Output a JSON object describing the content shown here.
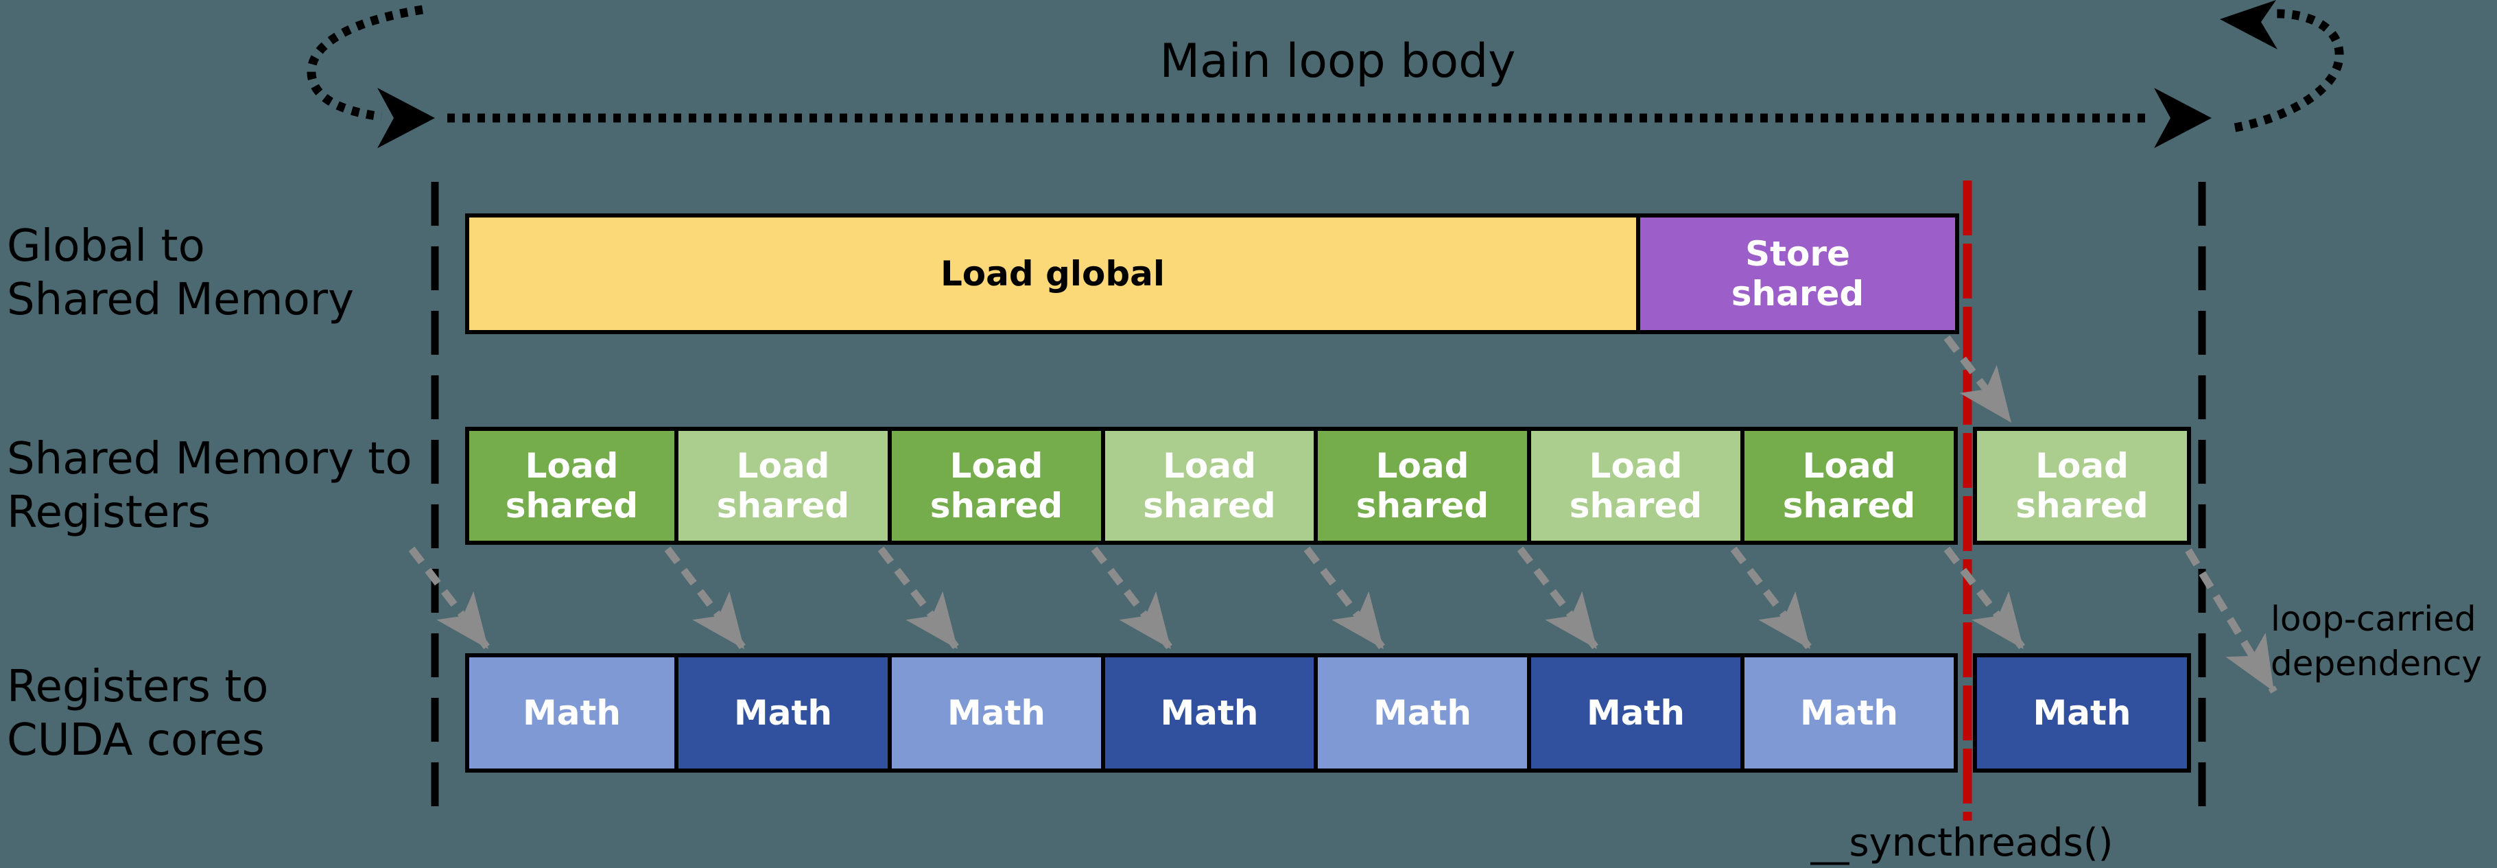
{
  "title": "Main loop body",
  "row_labels": {
    "global_to_shared": {
      "line1": "Global to",
      "line2": "Shared Memory"
    },
    "shared_to_registers": {
      "line1": "Shared Memory to",
      "line2": "Registers"
    },
    "registers_to_cores": {
      "line1": "Registers to",
      "line2": "CUDA cores"
    }
  },
  "global_row": {
    "load_global_label": "Load global",
    "store_shared": {
      "line1": "Store",
      "line2": "shared"
    }
  },
  "load_shared_blocks": [
    {
      "line1": "Load",
      "line2": "shared",
      "shade": "dark"
    },
    {
      "line1": "Load",
      "line2": "shared",
      "shade": "light"
    },
    {
      "line1": "Load",
      "line2": "shared",
      "shade": "dark"
    },
    {
      "line1": "Load",
      "line2": "shared",
      "shade": "light"
    },
    {
      "line1": "Load",
      "line2": "shared",
      "shade": "dark"
    },
    {
      "line1": "Load",
      "line2": "shared",
      "shade": "light"
    },
    {
      "line1": "Load",
      "line2": "shared",
      "shade": "dark"
    },
    {
      "line1": "Load",
      "line2": "shared",
      "shade": "light"
    }
  ],
  "math_blocks": [
    {
      "label": "Math",
      "shade": "light"
    },
    {
      "label": "Math",
      "shade": "dark"
    },
    {
      "label": "Math",
      "shade": "light"
    },
    {
      "label": "Math",
      "shade": "dark"
    },
    {
      "label": "Math",
      "shade": "light"
    },
    {
      "label": "Math",
      "shade": "dark"
    },
    {
      "label": "Math",
      "shade": "light"
    },
    {
      "label": "Math",
      "shade": "dark"
    }
  ],
  "barrier_label": "__syncthreads()",
  "loop_carried": {
    "line1": "loop-carried",
    "line2": "dependency"
  },
  "colors": {
    "background": "#4C6870",
    "load_global_fill": "#FBD978",
    "store_shared_fill": "#9C5EC8",
    "load_shared_dark": "#76AD4C",
    "load_shared_light": "#ABCD8E",
    "math_light": "#7E99D4",
    "math_dark": "#31519E",
    "barrier_red": "#C00505",
    "dependency_arrow_gray": "#8C8C8C",
    "ink": "#000000",
    "block_text": "#FFFFFF"
  }
}
